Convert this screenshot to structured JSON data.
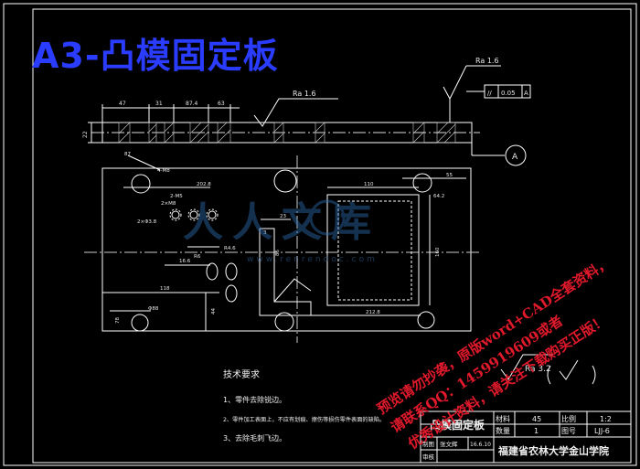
{
  "title": "A3-凸模固定板",
  "roughness": {
    "main": "Ra 1.6",
    "top": "Ra 1.6",
    "general": "Ra 3.2"
  },
  "tolerance_frame": {
    "symbol": "//",
    "value": "0.05",
    "datum": "A"
  },
  "datum_label": "A",
  "section_dims": [
    "47",
    "31",
    "87.4",
    "63",
    "22"
  ],
  "plan_dims": {
    "d87": "87",
    "d4M8": "4-M8",
    "d2xM8": "2×M8",
    "d2M5": "2-M5",
    "d2r": "2×Φ3.8",
    "d202": "202.8",
    "d110": "110",
    "d55": "55",
    "d64": "64.2",
    "d23": "23",
    "d160": "160",
    "d85": "85",
    "r8": "R6",
    "r4": "R4.6",
    "d16": "16.6",
    "d118": "118",
    "d88": "Φ88",
    "d212": "212.8",
    "d44": "44",
    "d78": "78",
    "d3": "3"
  },
  "notes": {
    "heading": "技术要求",
    "items": [
      "1、零件去除锐边。",
      "2、零件加工表面上，不应有划痕、擦伤等损伤零件表面的缺陷。",
      "3、去除毛刺飞边。"
    ]
  },
  "title_block": {
    "name": "凸模固定板",
    "material_label": "材料",
    "material": "45",
    "scale_label": "比例",
    "scale": "1:2",
    "qty_label": "数量",
    "qty": "1",
    "drawing_no_label": "图号",
    "drawing_no": "LJJ-6",
    "drawn_label": "制图",
    "drawn_by": "张文辉",
    "date": "16.6.10",
    "check_label": "审核",
    "school": "福建省农林大学金山学院"
  },
  "watermark": {
    "logo": "人人文库",
    "url": "www.renrendoc.com",
    "lines": [
      "预览请勿抄袭，原版word+CAD全套资料，",
      "请联系QQ：1459919609或者",
      "优秀设计资料，请关注下载购买正版！"
    ]
  },
  "colors": {
    "bg": "#000000",
    "line": "#ffffff",
    "title": "#2a3cff",
    "watermark": "#e0192b",
    "dim": "#e8e8e8"
  }
}
